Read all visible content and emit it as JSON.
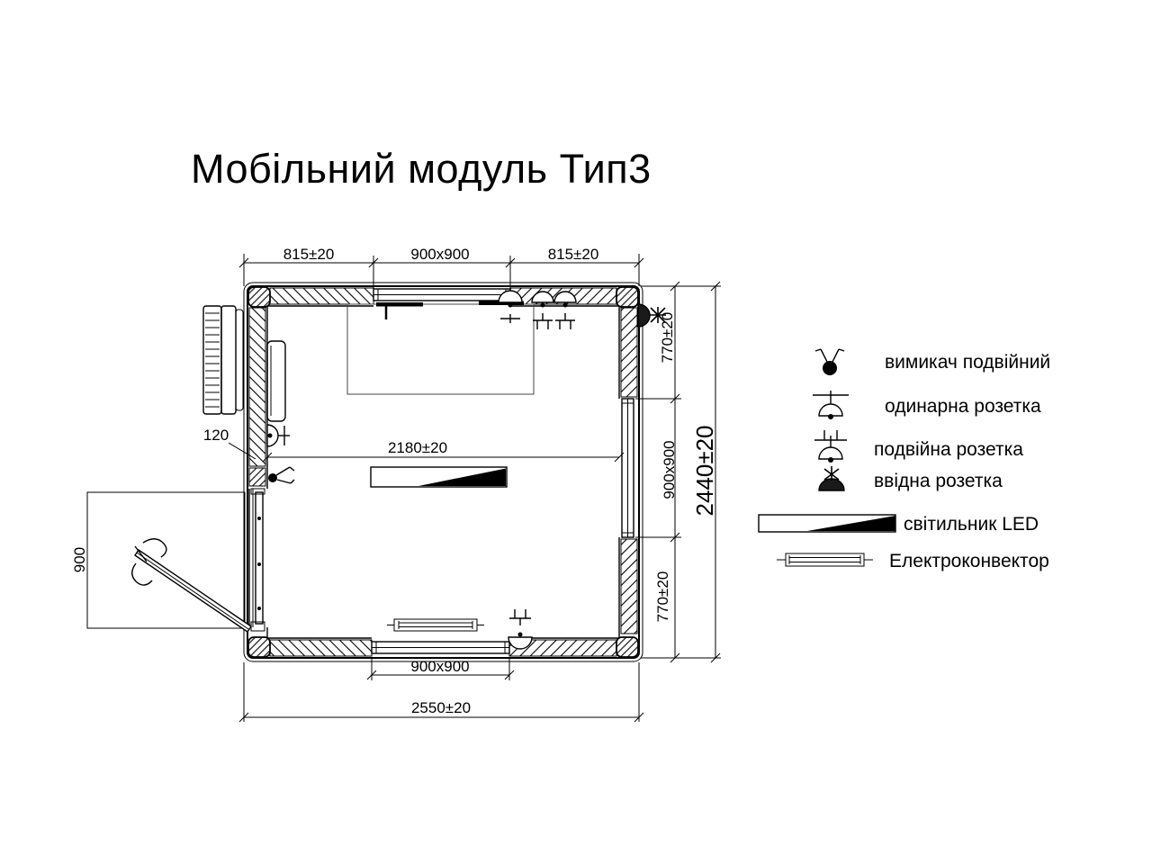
{
  "title": "Мобільний модуль Тип3",
  "dims": {
    "top_left": "815±20",
    "top_window": "900x900",
    "top_right": "815±20",
    "interior_width": "2180±20",
    "bottom_window": "900x900",
    "overall_width": "2550±20",
    "right_top": "770±20",
    "right_window": "900x900",
    "right_bottom": "770±20",
    "overall_height": "2440±20",
    "door_width": "900",
    "wall_thickness": "120"
  },
  "legend": {
    "items": [
      {
        "icon": "double-switch-icon",
        "label": "вимикач подвійний"
      },
      {
        "icon": "single-socket-icon",
        "label": "одинарна розетка"
      },
      {
        "icon": "double-socket-icon",
        "label": "подвійна розетка"
      },
      {
        "icon": "input-socket-icon",
        "label": "ввідна розетка"
      },
      {
        "icon": "led-light-icon",
        "label": "світильник LED"
      },
      {
        "icon": "electroconvector-icon",
        "label": "Електроконвектор"
      }
    ]
  },
  "colors": {
    "ink": "#000000",
    "background": "#ffffff"
  }
}
